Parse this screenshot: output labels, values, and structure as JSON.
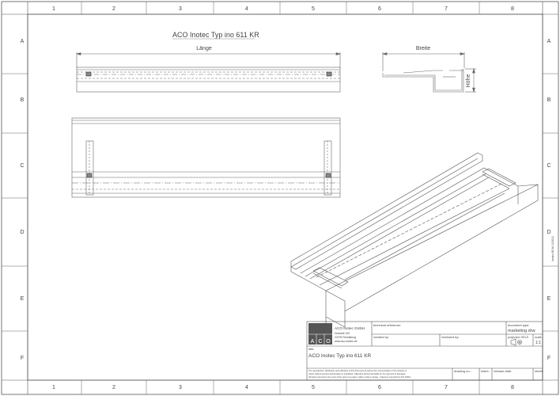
{
  "grid": {
    "columns": [
      "1",
      "2",
      "3",
      "4",
      "5",
      "6",
      "7",
      "8"
    ],
    "rows": [
      "A",
      "B",
      "C",
      "D",
      "E",
      "F"
    ]
  },
  "drawing": {
    "title": "ACO Inotec Typ ino 611 KR",
    "dim_length": "Länge",
    "dim_width": "Breite",
    "dim_height": "Höhe"
  },
  "title_block": {
    "company_name": "ACO Inotec GmbH",
    "company_address1": "Hushahl 120",
    "company_address2": "24793 Rendsburg",
    "company_web": "www.aco-inotec.de",
    "logo_letters": [
      "A",
      "C",
      "O"
    ],
    "technical_reference_label": "technical reference:",
    "document_type_label": "document type:",
    "document_type_value": "marketing drw",
    "created_by_label": "created by:",
    "reviewed_by_label": "reviewed by:",
    "projection_label": "projection ISO-E",
    "scale_label": "scale:",
    "scale_value": "1:1",
    "title_label": "title:",
    "title_value": "ACO Inotec Typ ino 611 KR",
    "disclaimer1": "The reproduction, distribution and utilization of this document as well as the communication of its contents to",
    "disclaimer2": "others without express authorization is prohibited. Offenders will be held liable for the payment of damages.",
    "disclaimer3": "All rights reserved in the event of the grant of a patent, utility model or design - drawnum copyright by ISO 16016",
    "drawing_no_label": "drawing no.:",
    "index_label": "index:",
    "release_date_label": "release date:",
    "sheet_label": "sheet:"
  },
  "side_note": "Inotec 6E-M 12/2011"
}
